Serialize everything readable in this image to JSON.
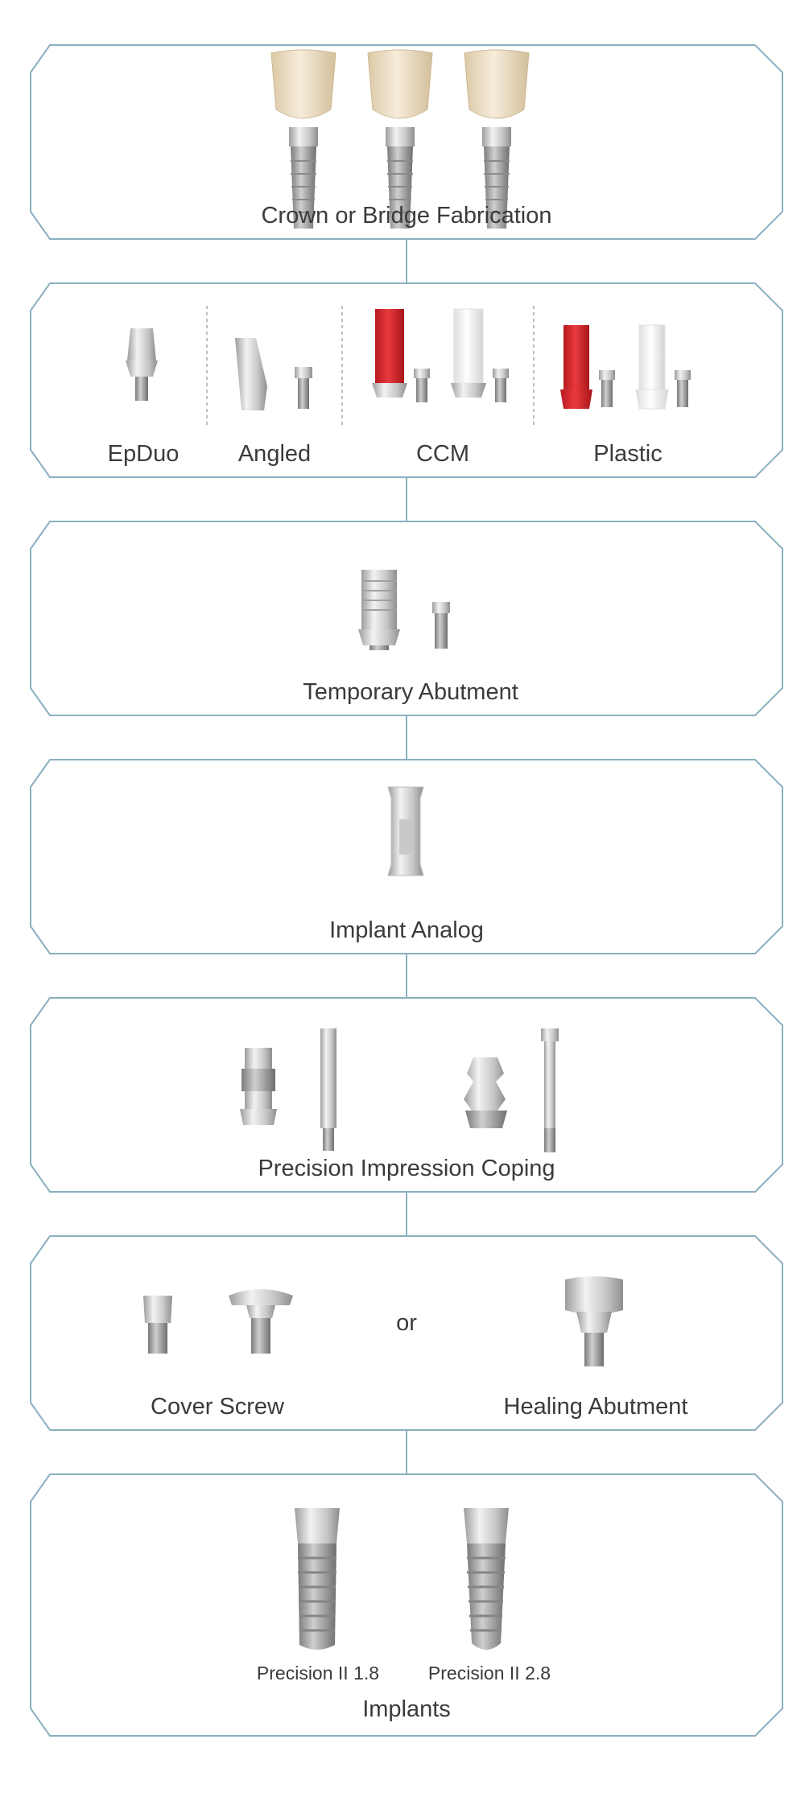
{
  "stages": [
    {
      "title": "Crown or Bridge Fabrication"
    },
    {
      "options": [
        "EpDuo",
        "Angled",
        "CCM",
        "Plastic"
      ]
    },
    {
      "title": "Temporary Abutment"
    },
    {
      "title": "Implant Analog"
    },
    {
      "title": "Precision Impression Coping"
    },
    {
      "left": "Cover Screw",
      "connector": "or",
      "right": "Healing Abutment"
    },
    {
      "variants": [
        "Precision II 1.8",
        "Precision II 2.8"
      ],
      "title": "Implants"
    }
  ],
  "colors": {
    "frame": "#8ab0c0",
    "metal_light": "#e8e8e8",
    "metal_dark": "#9a9a9a",
    "crown": "#eadcc0",
    "ccm_red": "#d8262b",
    "plastic_white": "#f4f4f4"
  }
}
